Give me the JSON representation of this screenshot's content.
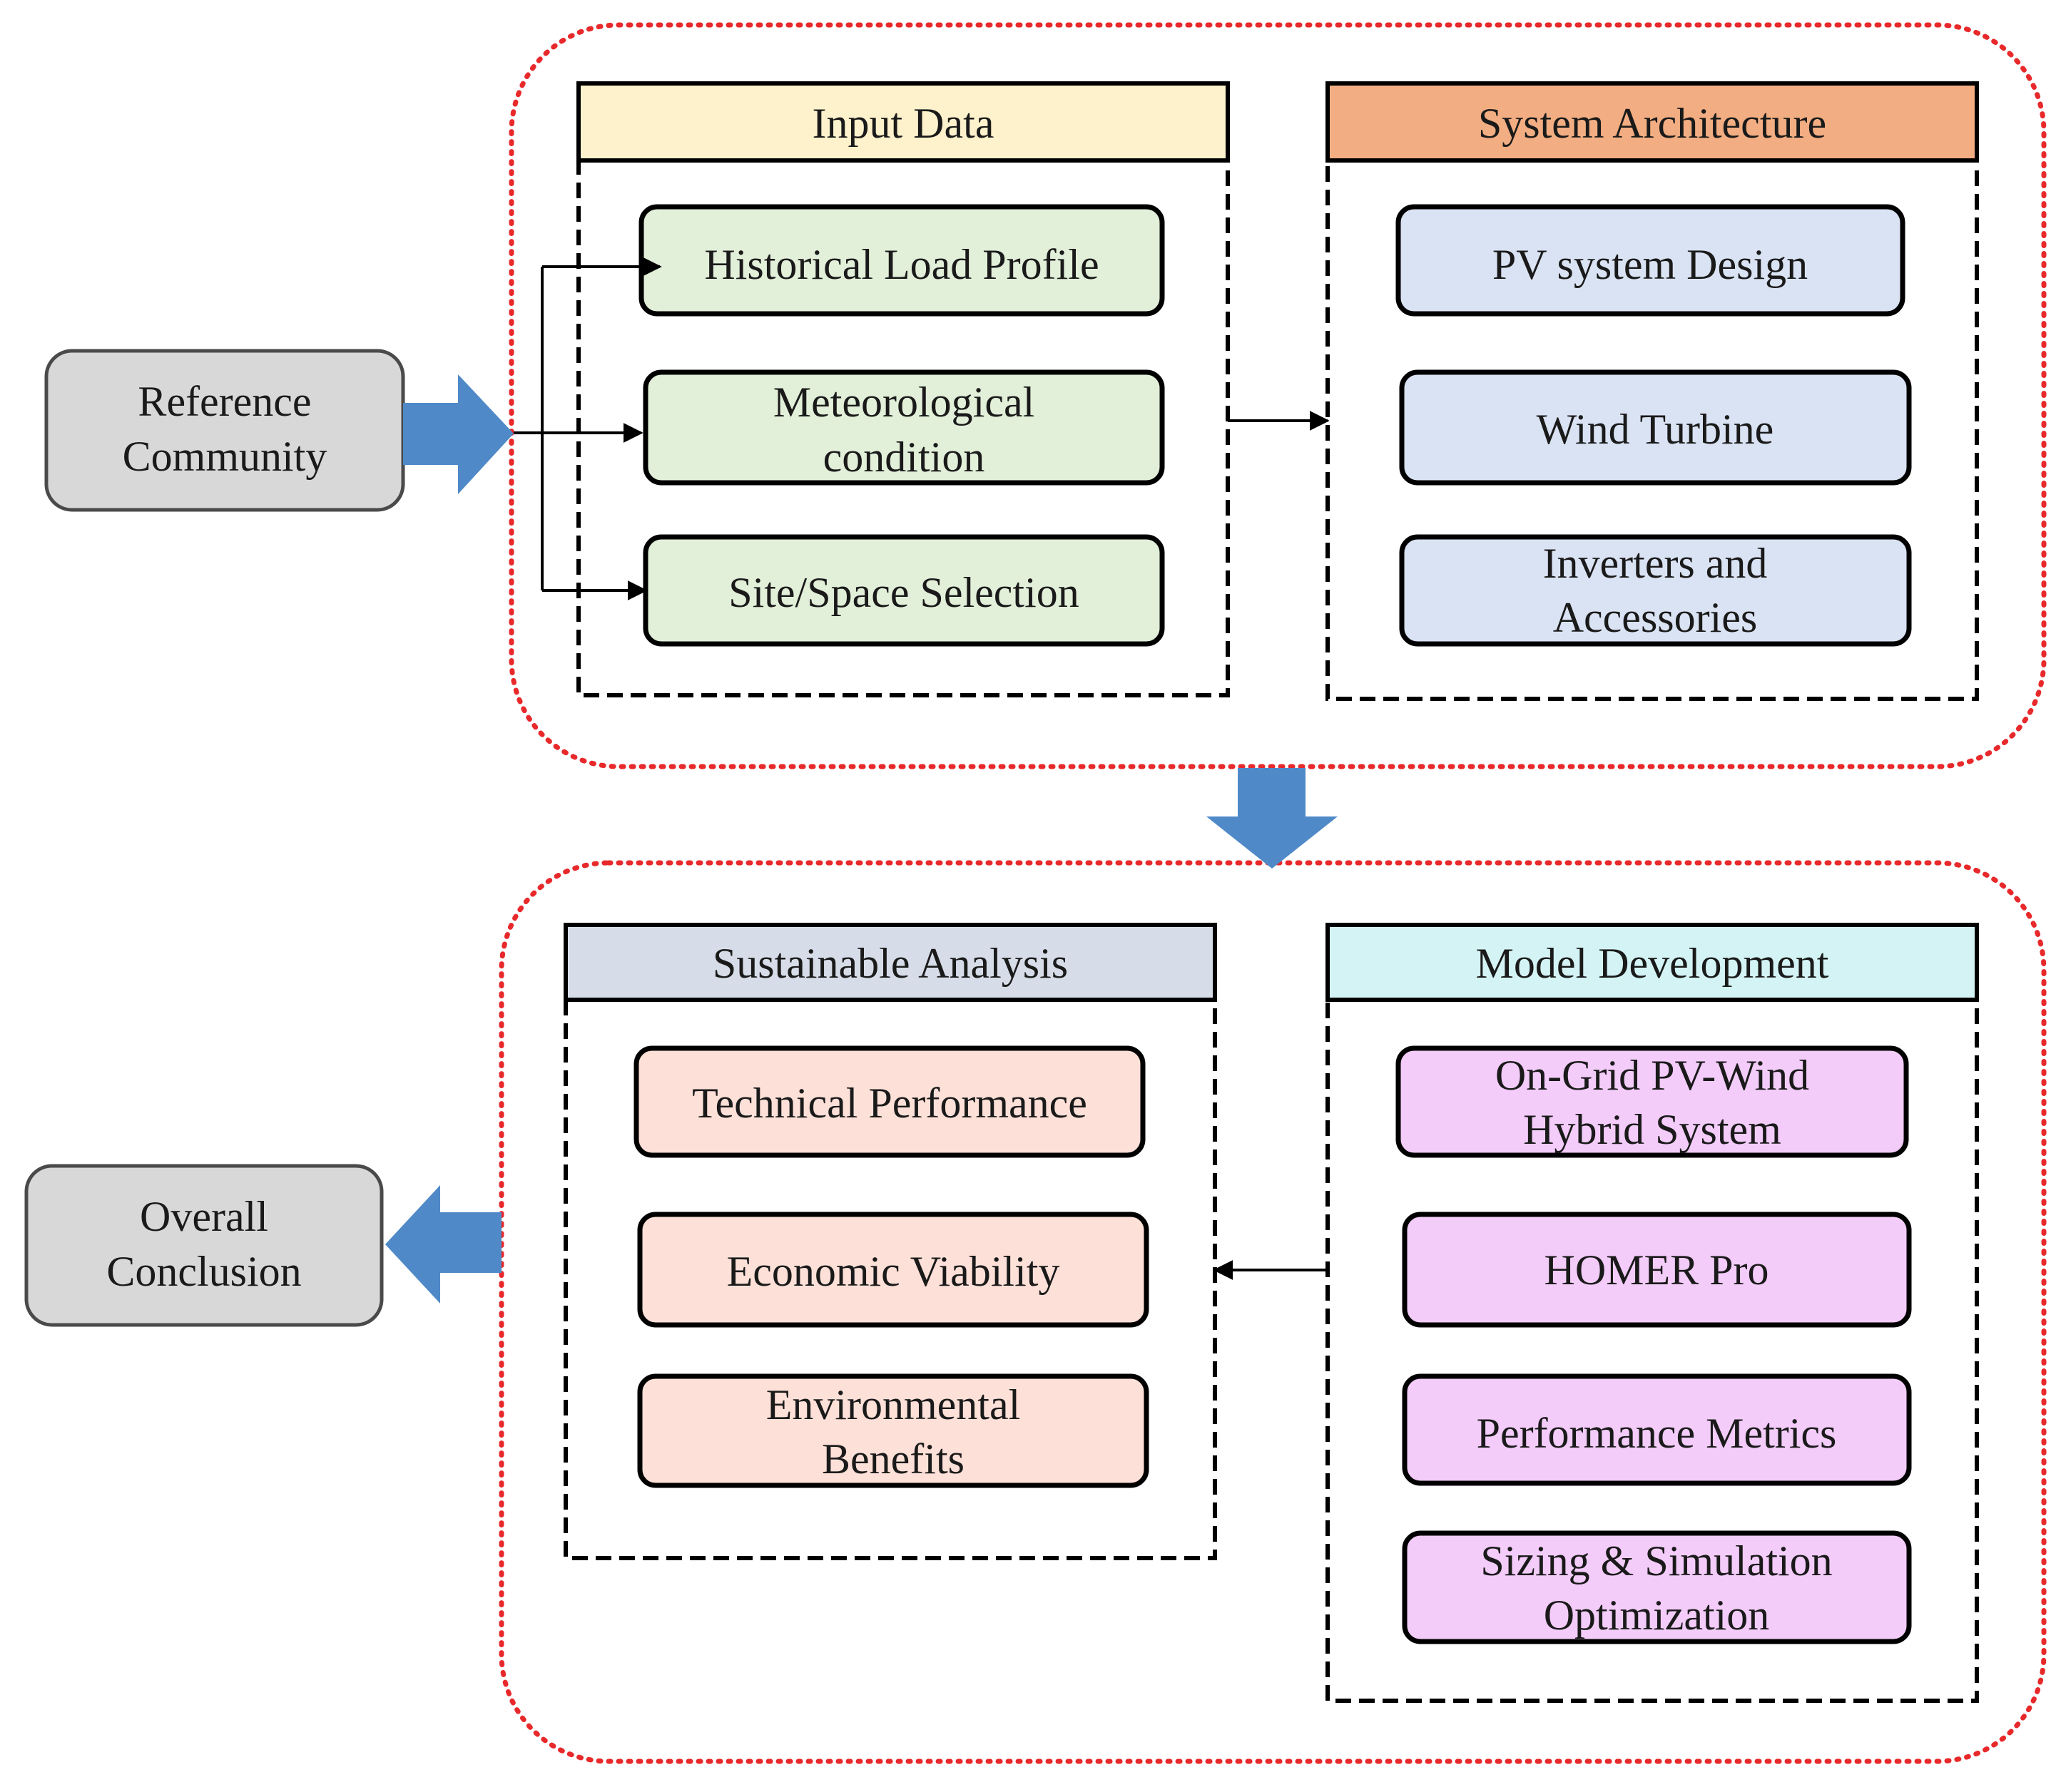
{
  "reference_community": [
    "Reference",
    "Community"
  ],
  "overall_conclusion": [
    "Overall",
    "Conclusion"
  ],
  "input_data": {
    "title": "Input Data",
    "items": [
      [
        "Historical Load Profile"
      ],
      [
        "Meteorological",
        "condition"
      ],
      [
        "Site/Space Selection"
      ]
    ]
  },
  "system_architecture": {
    "title": "System Architecture",
    "items": [
      [
        "PV system Design"
      ],
      [
        "Wind Turbine"
      ],
      [
        "Inverters and",
        "Accessories"
      ]
    ]
  },
  "sustainable_analysis": {
    "title": "Sustainable Analysis",
    "items": [
      [
        "Technical Performance"
      ],
      [
        "Economic Viability"
      ],
      [
        "Environmental",
        "Benefits"
      ]
    ]
  },
  "model_development": {
    "title": "Model Development",
    "items": [
      [
        "On-Grid PV-Wind",
        "Hybrid System"
      ],
      [
        "HOMER Pro"
      ],
      [
        "Performance Metrics"
      ],
      [
        "Sizing & Simulation",
        "Optimization"
      ]
    ]
  },
  "colors": {
    "dotted_border": "#e8292b",
    "block_arrow": "#4f89c8",
    "input_header": "#fdf2cc",
    "architecture_header": "#f2ae82",
    "sustainable_header": "#d7dde8",
    "model_header": "#d4f3f5",
    "gray_box": "#d8d8d8",
    "green_box": "#e2efd9",
    "blue_box": "#dae3f3",
    "peach_box": "#fde0d8",
    "purple_box": "#f3ccf9"
  }
}
